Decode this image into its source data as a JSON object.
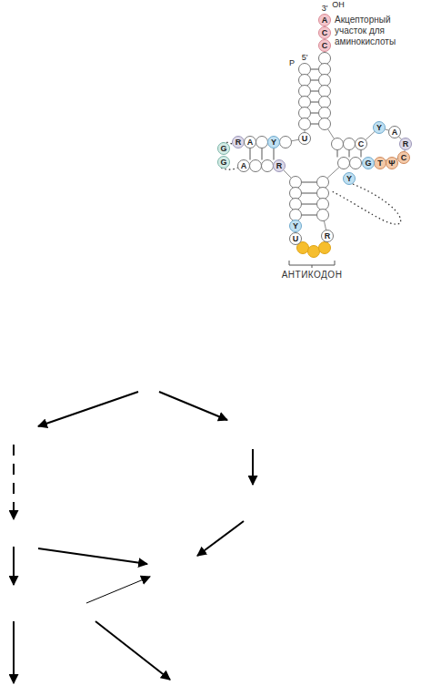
{
  "diagram": {
    "labels": [
      "3'",
      "OH",
      "A",
      "C",
      "C",
      "Акцепторный участок для аминокислоты",
      "5'",
      "P",
      "C",
      "Y",
      "A",
      "R",
      "C",
      "Ψ",
      "T",
      "G",
      "Y",
      "R",
      "A",
      "Y",
      "G",
      "G",
      "A",
      "R",
      "U",
      "Y",
      "U",
      "R",
      "АНТИКОДОН"
    ]
  }
}
